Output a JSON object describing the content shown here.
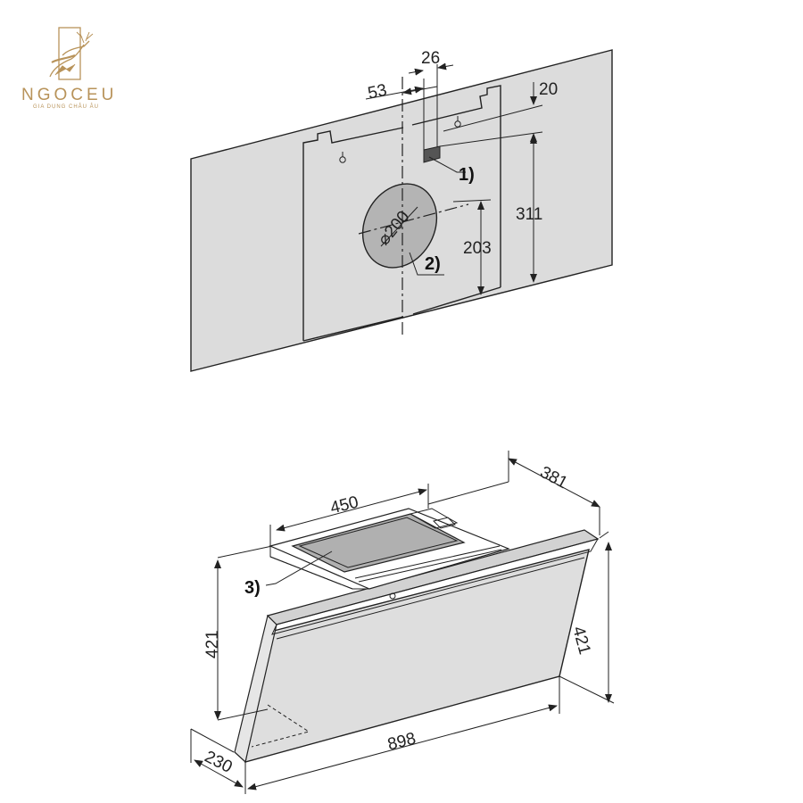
{
  "brand": {
    "name": "NGOCEU",
    "tagline": "GIA DỤNG CHÂU ÂU",
    "color": "#b8935a"
  },
  "top_view": {
    "dimensions": {
      "d53": "53",
      "d26": "26",
      "d20": "20",
      "d311": "311",
      "d203": "203",
      "duct": "⌀200"
    },
    "callouts": {
      "c1": "1)",
      "c2": "2)"
    }
  },
  "bottom_view": {
    "dimensions": {
      "d450": "450",
      "d381": "381",
      "d421_left": "421",
      "d421_right": "421",
      "d898": "898",
      "d230": "230"
    },
    "callouts": {
      "c3": "3)"
    }
  },
  "colors": {
    "panel": "#dcdcdc",
    "glass": "#dedede",
    "duct": "#b4b4b4",
    "filter": "#b0b0b0",
    "line": "#222222"
  }
}
